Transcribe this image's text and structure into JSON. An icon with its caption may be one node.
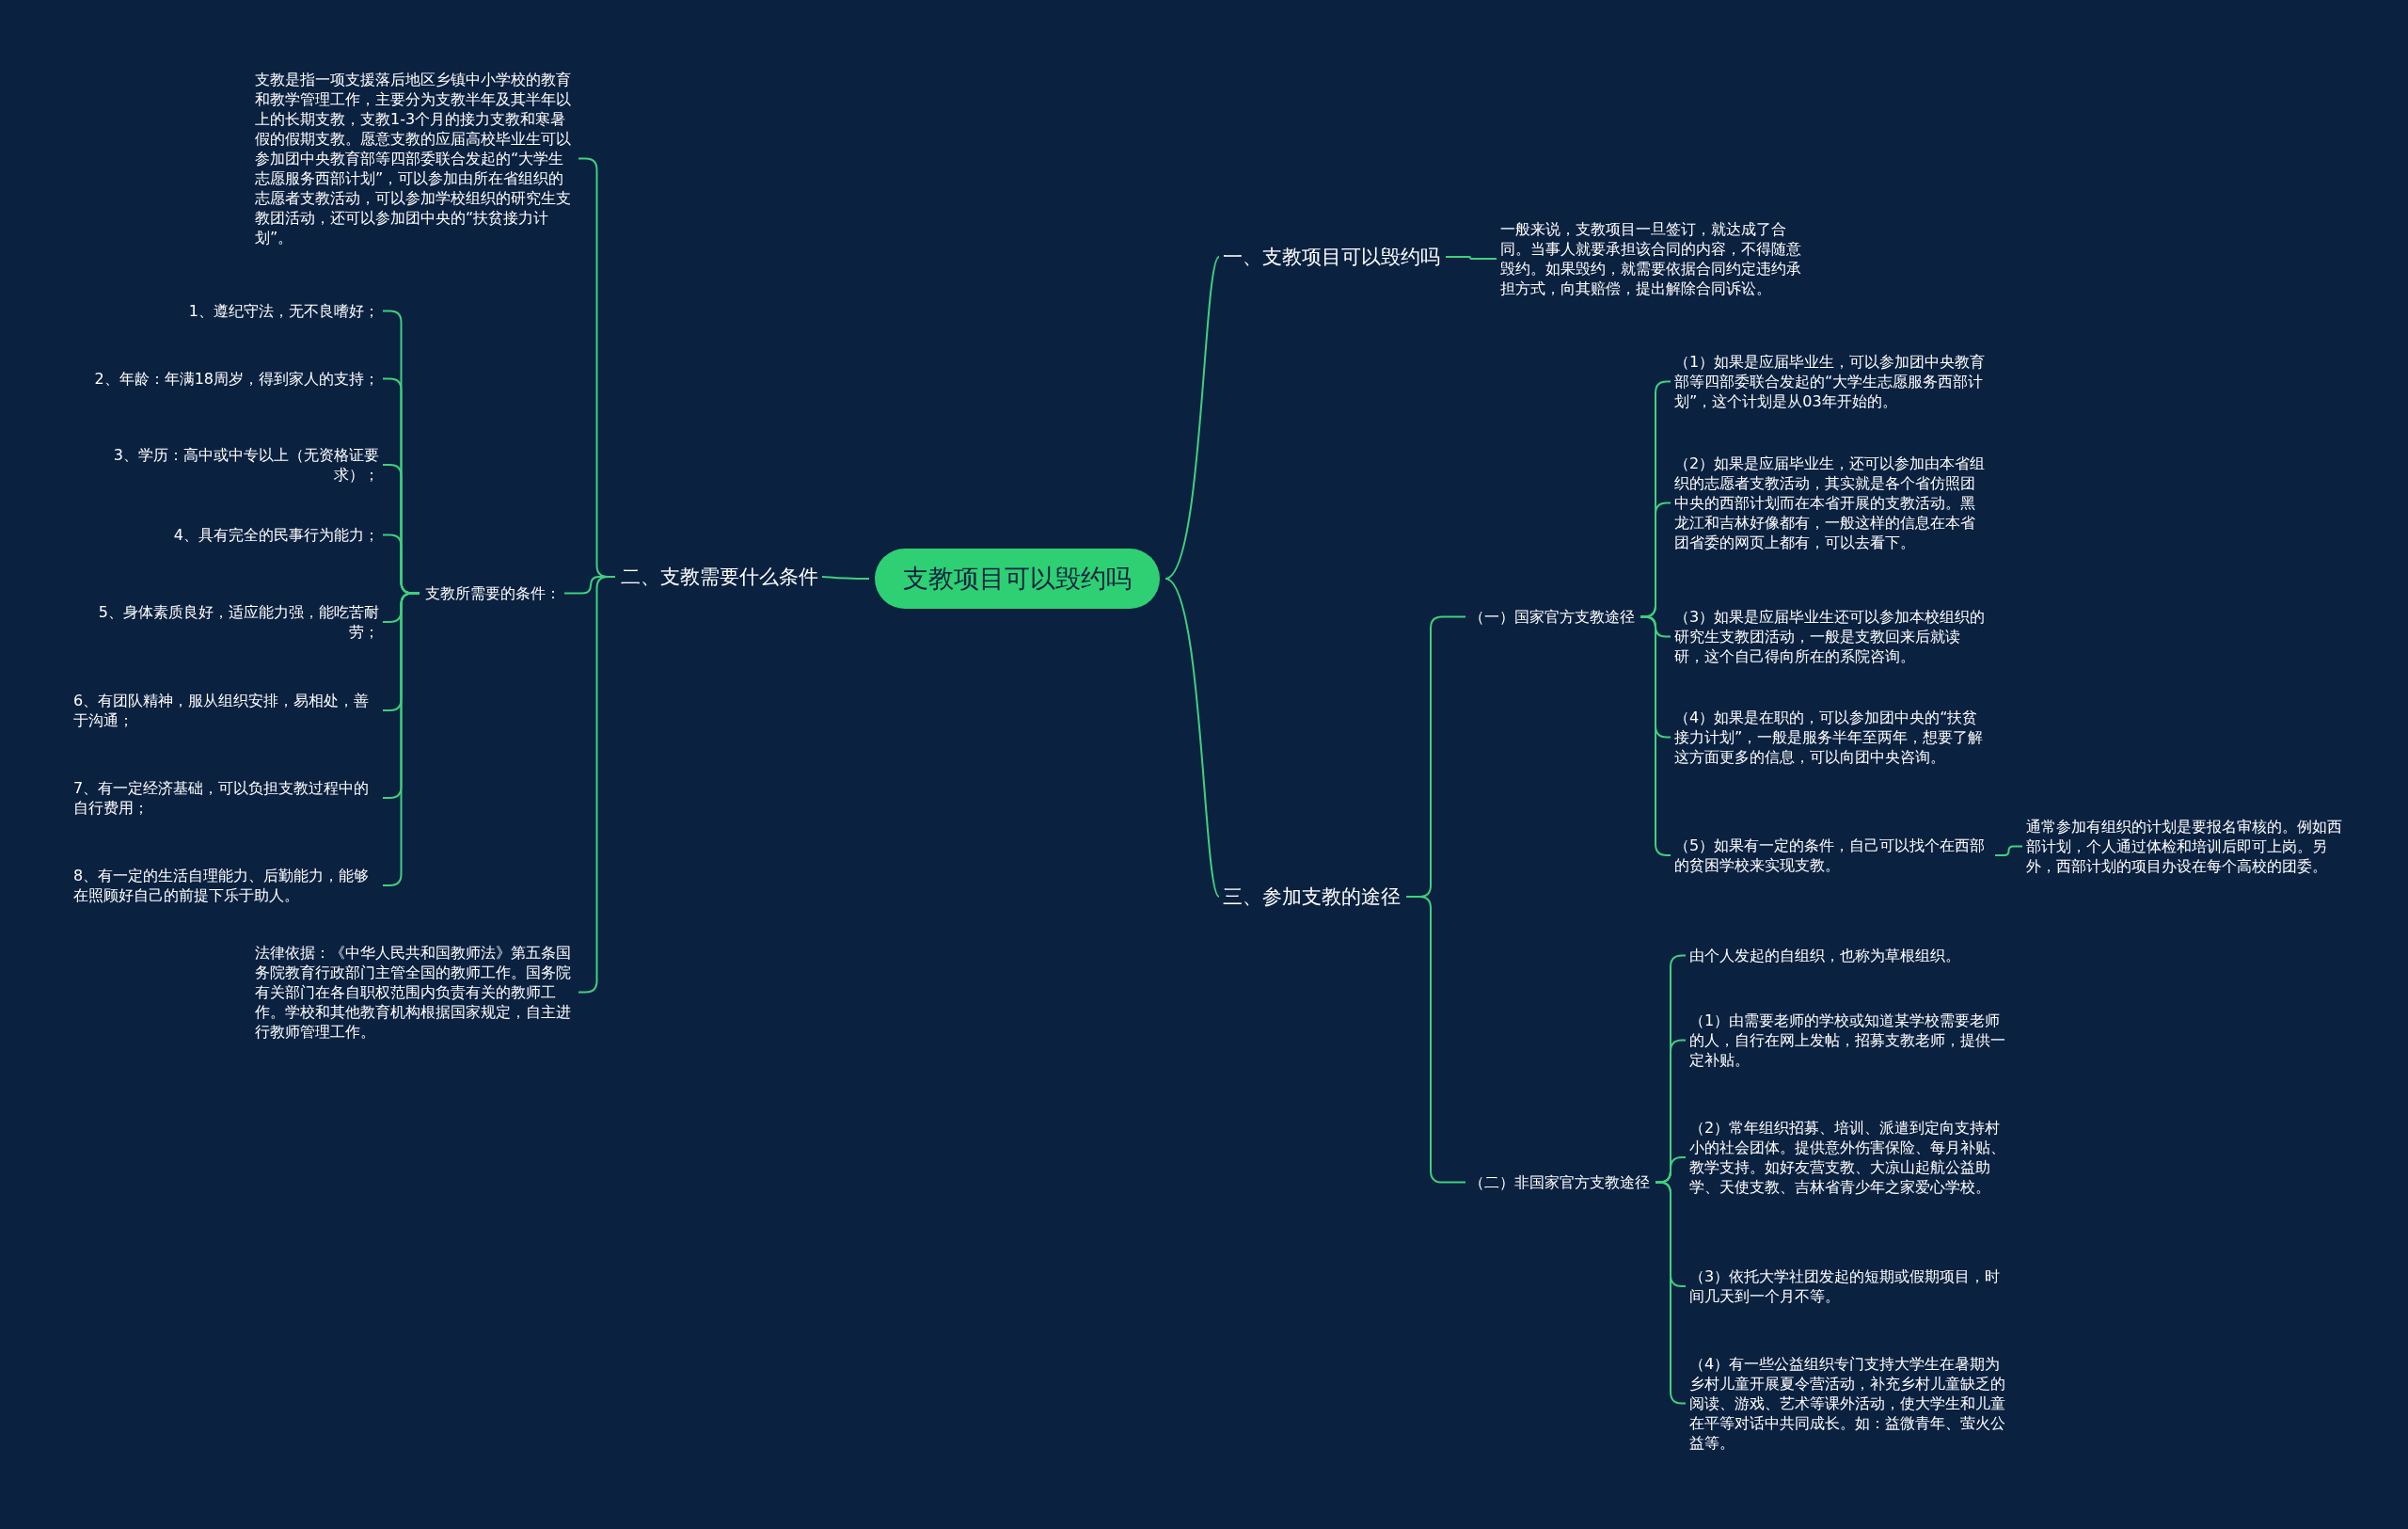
{
  "diagram": {
    "nodes": [
      {
        "text": [
          "支教项目可以毁约吗"
        ]
      },
      {
        "text": [
          "一、支教项目可以毁约吗"
        ]
      },
      {
        "text": [
          "一般来说，支教项目一旦签订，就达成了合同。当事人就要承担该合同的内容，不得随意毁约。如果毁约，就需要依据合同约定违约承担方式，向其赔偿，提出解除合同诉讼。"
        ]
      },
      {
        "text": [
          "二、支教需要什么条件"
        ]
      },
      {
        "text": [
          "支教是指一项支援落后地区乡镇中小学校的教育和教学管理工作，主要分为支教半年及其半年以上的长期支教，支教1-3个月的接力支教和寒暑假的假期支教。愿意支教的应届高校毕业生可以参加团中央教育部等四部委联合发起的“大学生志愿服务西部计划”，可以参加由所在省组织的志愿者支教活动，可以参加学校组织的研究生支教团活动，还可以参加团中央的“扶贫接力计划”。"
        ]
      },
      {
        "text": [
          "支教所需要的条件："
        ]
      },
      {
        "text": [
          "1、遵纪守法，无不良嗜好；"
        ]
      },
      {
        "text": [
          "2、年龄：年满18周岁，得到家人的支持；"
        ]
      },
      {
        "text": [
          "3、学历：高中或中专以上（无资格证要求）；"
        ]
      },
      {
        "text": [
          "4、具有完全的民事行为能力；"
        ]
      },
      {
        "text": [
          "5、身体素质良好，适应能力强，能吃苦耐劳；"
        ]
      },
      {
        "text": [
          "6、有团队精神，服从组织安排，易相处，善于沟通；"
        ]
      },
      {
        "text": [
          "7、有一定经济基础，可以负担支教过程中的自行费用；"
        ]
      },
      {
        "text": [
          "8、有一定的生活自理能力、后勤能力，能够在照顾好自己的前提下乐于助人。"
        ]
      },
      {
        "text": [
          "法律依据：《中华人民共和国教师法》第五条国务院教育行政部门主管全国的教师工作。国务院有关部门在各自职权范围内负责有关的教师工作。学校和其他教育机构根据国家规定，自主进行教师管理工作。"
        ]
      },
      {
        "text": [
          "三、参加支教的途径"
        ]
      },
      {
        "text": [
          "（一）国家官方支教途径"
        ]
      },
      {
        "text": [
          "（1）如果是应届毕业生，可以参加团中央教育部等四部委联合发起的“大学生志愿服务西部计划”，这个计划是从03年开始的。"
        ]
      },
      {
        "text": [
          "（2）如果是应届毕业生，还可以参加由本省组织的志愿者支教活动，其实就是各个省仿照团中央的西部计划而在本省开展的支教活动。黑龙江和吉林好像都有，一般这样的信息在本省团省委的网页上都有，可以去看下。"
        ]
      },
      {
        "text": [
          "（3）如果是应届毕业生还可以参加本校组织的研究生支教团活动，一般是支教回来后就读研，这个自己得向所在的系院咨询。"
        ]
      },
      {
        "text": [
          "（4）如果是在职的，可以参加团中央的“扶贫接力计划”，一般是服务半年至两年，想要了解这方面更多的信息，可以向团中央咨询。"
        ]
      },
      {
        "text": [
          "（5）如果有一定的条件，自己可以找个在西部的贫困学校来实现支教。"
        ]
      },
      {
        "text": [
          "通常参加有组织的计划是要报名审核的。例如西部计划，个人通过体检和培训后即可上岗。另外，西部计划的项目办设在每个高校的团委。"
        ]
      },
      {
        "text": [
          "（二）非国家官方支教途径"
        ]
      },
      {
        "text": [
          "由个人发起的自组织，也称为草根组织。"
        ]
      },
      {
        "text": [
          "（1）由需要老师的学校或知道某学校需要老师的人，自行在网上发帖，招募支教老师，提供一定补贴。"
        ]
      },
      {
        "text": [
          "（2）常年组织招募、培训、派遣到定向支持村小的社会团体。提供意外伤害保险、每月补贴、教学支持。如好友营支教、大凉山起航公益助学、天使支教、吉林省青少年之家爱心学校。"
        ]
      },
      {
        "text": [
          "（3）依托大学社团发起的短期或假期项目，时间几天到一个月不等。"
        ]
      },
      {
        "text": [
          "（4）有一些公益组织专门支持大学生在暑期为乡村儿童开展夏令营活动，补充乡村儿童缺乏的阅读、游戏、艺术等课外活动，使大学生和儿童在平等对话中共同成长。如：益微青年、萤火公益等。"
        ]
      }
    ],
    "edges": [
      {
        "from": 0,
        "to": 1,
        "arrow": "none"
      },
      {
        "from": 1,
        "to": 2,
        "arrow": "none"
      },
      {
        "from": 0,
        "to": 3,
        "arrow": "none"
      },
      {
        "from": 3,
        "to": 4,
        "arrow": "none"
      },
      {
        "from": 3,
        "to": 5,
        "arrow": "none"
      },
      {
        "from": 5,
        "to": 6,
        "arrow": "none"
      },
      {
        "from": 5,
        "to": 7,
        "arrow": "none"
      },
      {
        "from": 5,
        "to": 8,
        "arrow": "none"
      },
      {
        "from": 5,
        "to": 9,
        "arrow": "none"
      },
      {
        "from": 5,
        "to": 10,
        "arrow": "none"
      },
      {
        "from": 5,
        "to": 11,
        "arrow": "none"
      },
      {
        "from": 5,
        "to": 12,
        "arrow": "none"
      },
      {
        "from": 5,
        "to": 13,
        "arrow": "none"
      },
      {
        "from": 3,
        "to": 14,
        "arrow": "none"
      },
      {
        "from": 0,
        "to": 15,
        "arrow": "none"
      },
      {
        "from": 15,
        "to": 16,
        "arrow": "none"
      },
      {
        "from": 16,
        "to": 17,
        "arrow": "none"
      },
      {
        "from": 16,
        "to": 18,
        "arrow": "none"
      },
      {
        "from": 16,
        "to": 19,
        "arrow": "none"
      },
      {
        "from": 16,
        "to": 20,
        "arrow": "none"
      },
      {
        "from": 16,
        "to": 21,
        "arrow": "none"
      },
      {
        "from": 21,
        "to": 22,
        "arrow": "none"
      },
      {
        "from": 15,
        "to": 23,
        "arrow": "none"
      },
      {
        "from": 23,
        "to": 24,
        "arrow": "none"
      },
      {
        "from": 23,
        "to": 25,
        "arrow": "none"
      },
      {
        "from": 23,
        "to": 26,
        "arrow": "none"
      },
      {
        "from": 23,
        "to": 27,
        "arrow": "none"
      },
      {
        "from": 23,
        "to": 28,
        "arrow": "none"
      }
    ]
  }
}
